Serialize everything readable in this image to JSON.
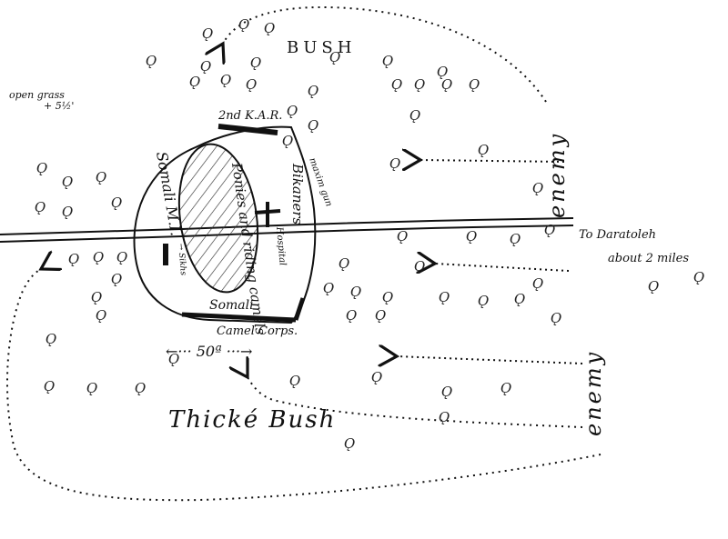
{
  "labels": {
    "bush": "BUSH",
    "open_grass": "open grass",
    "open_grass_height": "+ 5½'",
    "kar": "2nd K.A.R.",
    "maxim_gun": "maxim gun",
    "bikaners": "Bikaners",
    "somali_mi": "Somali M.I.",
    "ponies_camels": "Ponies and riding camels",
    "hospital": "Hospital",
    "sikhs": "→ Sikhs",
    "somali_camel_corps_1": "Somali",
    "somali_camel_corps_2": "Camel Corps.",
    "distance": "←··· 50ª ···→",
    "thick_bush": "Thické Bush",
    "enemy_top": "enemy",
    "enemy_bottom": "enemy",
    "to_daratoleh": "To Daratoleh",
    "about_2_miles": "about 2 miles"
  },
  "colors": {
    "ink": "#111111",
    "paper": "#ffffff",
    "hatch": "#333333"
  },
  "bush_symbol": "Ǫ"
}
